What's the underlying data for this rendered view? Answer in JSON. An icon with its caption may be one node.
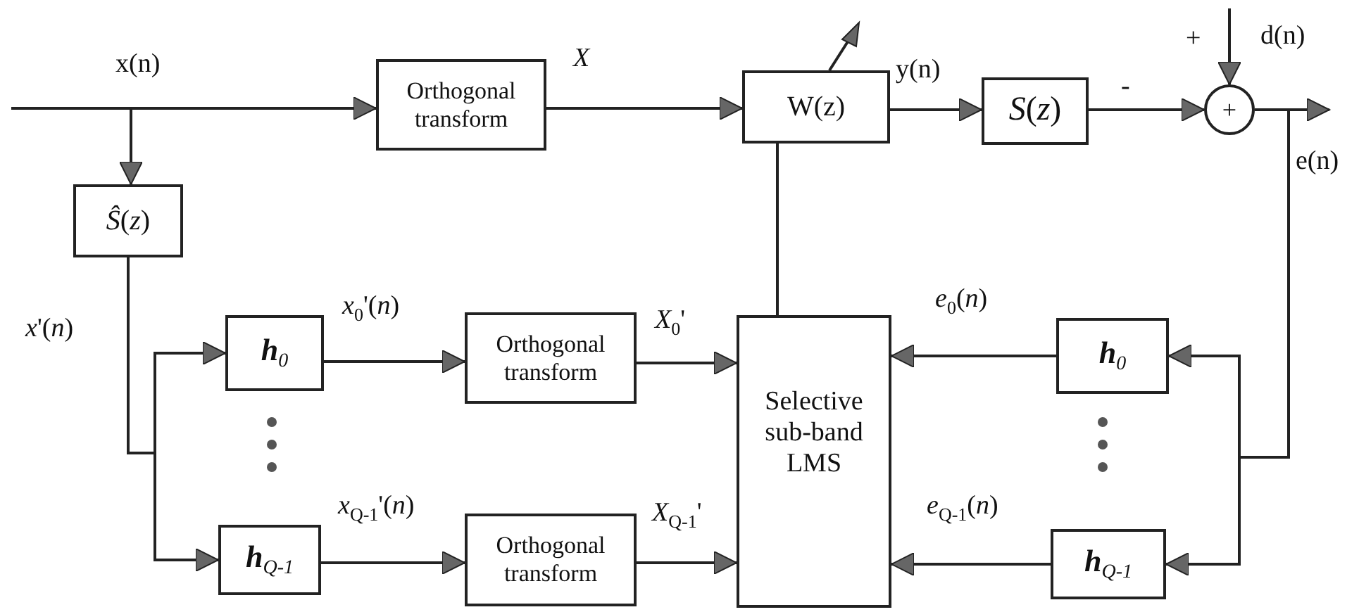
{
  "diagram": {
    "nodes": [
      {
        "text": [
          "Orthogonal transform"
        ]
      },
      {
        "text": [
          "*Ŝ*(*z*)"
        ]
      },
      {
        "text": [
          "W(z)"
        ]
      },
      {
        "text": [
          "*S*(*z*)"
        ]
      },
      {
        "text": [
          "+"
        ]
      },
      {
        "text": [
          "**h**$_{0}$"
        ]
      },
      {
        "text": [
          "**h**$_{Q-1}$"
        ]
      },
      {
        "text": [
          "Orthogonal transform"
        ]
      },
      {
        "text": [
          "Orthogonal transform"
        ]
      },
      {
        "text": [
          "Selective sub-band LMS"
        ]
      },
      {
        "text": [
          "**h**$_{0}$"
        ]
      },
      {
        "text": [
          "**h**$_{Q-1}$"
        ]
      }
    ],
    "edges": [
      {
        "from": null,
        "to": 0,
        "arrow": "to",
        "label": "x(n)"
      },
      {
        "from": null,
        "to": 1,
        "arrow": "to"
      },
      {
        "from": 0,
        "to": 2,
        "arrow": "to",
        "label": "*X*"
      },
      {
        "from": 2,
        "to": 3,
        "arrow": "to",
        "label": "y(n)"
      },
      {
        "from": 3,
        "to": 4,
        "arrow": "to"
      },
      {
        "from": null,
        "to": 4,
        "arrow": "to"
      },
      {
        "from": 4,
        "to": null,
        "arrow": "to"
      },
      {
        "from": 4,
        "to": 10,
        "arrow": "to"
      },
      {
        "from": 4,
        "to": 11,
        "arrow": "to"
      },
      {
        "from": 1,
        "to": 5,
        "arrow": "to"
      },
      {
        "from": 1,
        "to": 6,
        "arrow": "to"
      },
      {
        "from": 5,
        "to": 7,
        "arrow": "to",
        "label": "*x*$_{0}$'(*n*)"
      },
      {
        "from": 6,
        "to": 8,
        "arrow": "to",
        "label": "*x*$_{Q-1}$'(*n*)"
      },
      {
        "from": 7,
        "to": 9,
        "arrow": "to",
        "label": "*X*$_{0}$'"
      },
      {
        "from": 8,
        "to": 9,
        "arrow": "to",
        "label": "*X*$_{Q-1}$'"
      },
      {
        "from": 10,
        "to": 9,
        "arrow": "to",
        "label": "*e*$_{0}$(*n*)"
      },
      {
        "from": 11,
        "to": 9,
        "arrow": "to",
        "label": "*e*$_{Q-1}$(*n*)"
      },
      {
        "from": 9,
        "to": 2,
        "arrow": "none"
      }
    ],
    "labels": [
      "*x*'(*n*)",
      "-",
      "+",
      "d(n)",
      "e(n)"
    ]
  }
}
